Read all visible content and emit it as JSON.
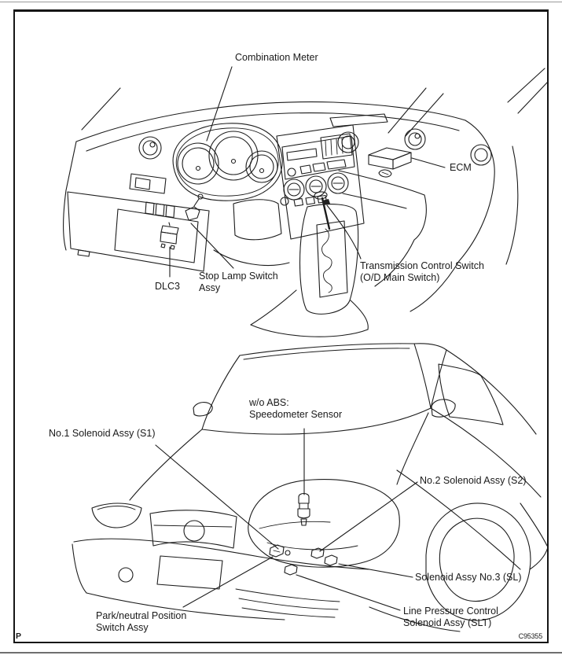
{
  "figure": {
    "bottom_left_mark": "P",
    "figure_code": "C95355"
  },
  "colors": {
    "ink": "#1c1c1c",
    "paper": "#ffffff"
  },
  "dashboard_view": {
    "labels": {
      "combination_meter": "Combination Meter",
      "ecm": "ECM",
      "dlc3": "DLC3",
      "stop_lamp_switch": "Stop Lamp Switch\nAssy",
      "transmission_control_switch": "Transmission Control Switch\n(O/D Main Switch)"
    }
  },
  "engine_view": {
    "labels": {
      "speedometer_sensor": "w/o ABS:\nSpeedometer Sensor",
      "no1_solenoid": "No.1 Solenoid Assy (S1)",
      "no2_solenoid": "No.2 Solenoid Assy (S2)",
      "no3_solenoid": "Solenoid Assy No.3 (SL)",
      "park_neutral_switch": "Park/neutral Position\nSwitch Assy",
      "line_pressure_solenoid": "Line Pressure Control\nSolenoid Assy (SLT)"
    }
  }
}
